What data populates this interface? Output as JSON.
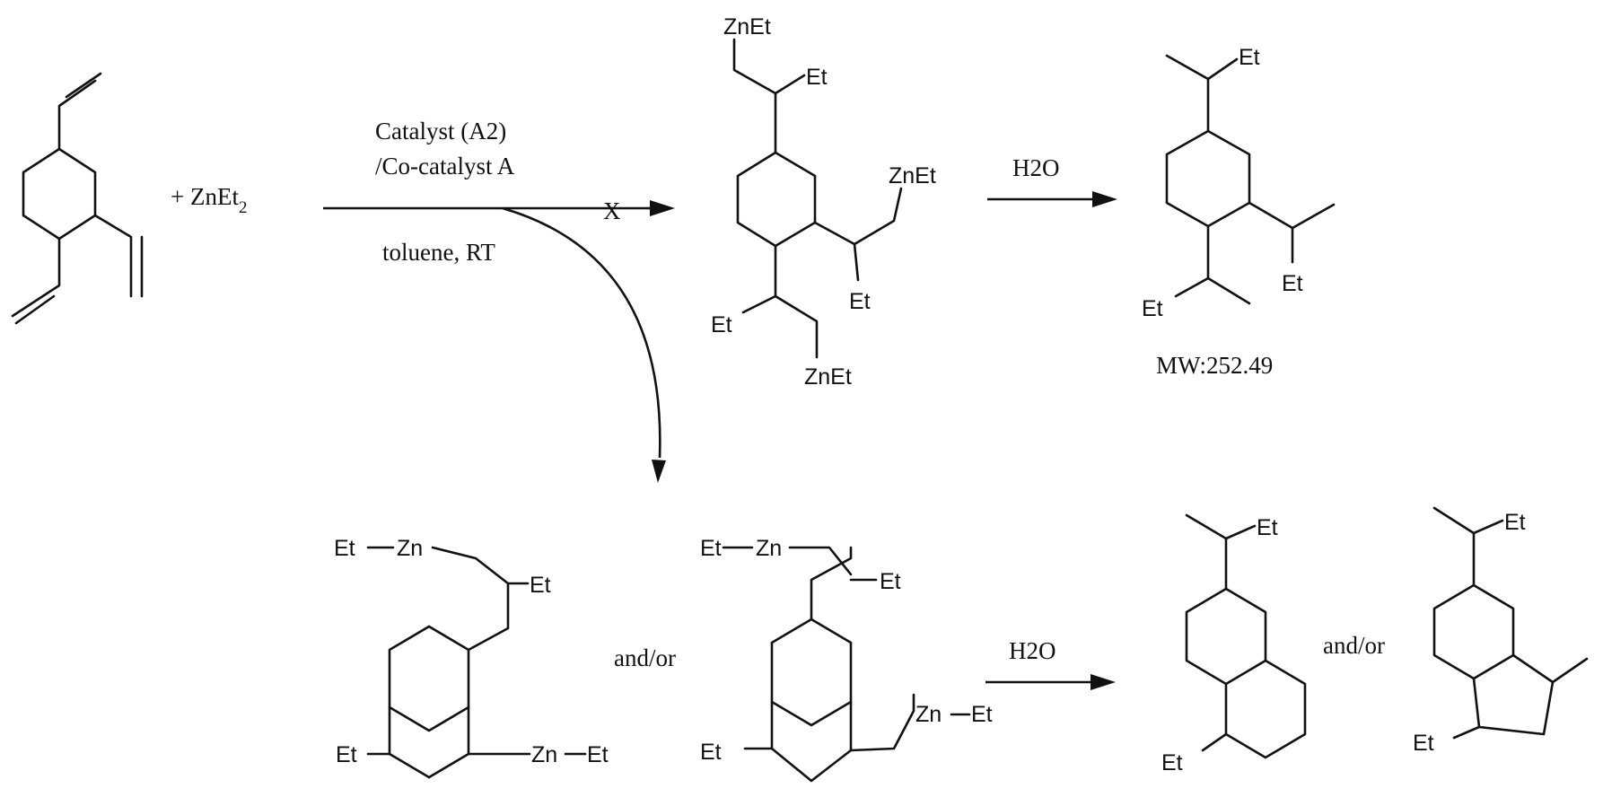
{
  "reactants": {
    "zinc_reagent": "+ ZnEt",
    "zinc_reagent_subscript": "2"
  },
  "conditions": {
    "line1": "Catalyst (A2)",
    "line2": "/Co-catalyst A",
    "line3": "toluene, RT",
    "blocked_mark": "X"
  },
  "hydrolysis": {
    "top": "H2O",
    "bottom": "H2O"
  },
  "connectors": {
    "top": "and/or",
    "bottom": "and/or"
  },
  "labels": {
    "mw": "MW:252.49",
    "znet": "ZnEt",
    "et": "Et",
    "zn": "Zn"
  },
  "colors": {
    "ink": "#111111",
    "background": "#ffffff"
  }
}
